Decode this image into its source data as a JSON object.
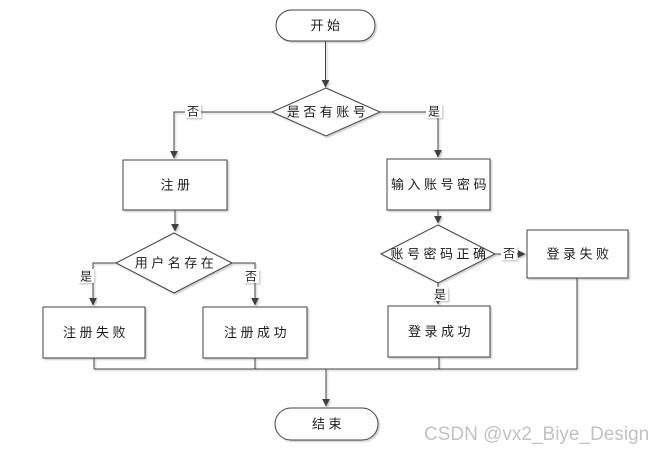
{
  "colors": {
    "background": "#ffffff",
    "shape_fill": "#ffffff",
    "line": "#3f3f3f",
    "text": "#1c1c1c",
    "shadow": "#c8c8c8",
    "watermark": "#c2c2c2"
  },
  "nodes": {
    "start": {
      "label": "开始"
    },
    "has_account": {
      "label": "是否有账号"
    },
    "register": {
      "label": "注册"
    },
    "enter_credentials": {
      "label": "输入账号密码"
    },
    "username_exists": {
      "label": "用户名存在"
    },
    "register_fail": {
      "label": "注册失败"
    },
    "register_success": {
      "label": "注册成功"
    },
    "credentials_correct": {
      "label": "账号密码正确"
    },
    "login_fail": {
      "label": "登录失败"
    },
    "login_success": {
      "label": "登录成功"
    },
    "end": {
      "label": "结束"
    }
  },
  "edge_labels": {
    "has_account_no": "否",
    "has_account_yes": "是",
    "username_exists_yes": "是",
    "username_exists_no": "否",
    "credentials_correct_no": "否",
    "credentials_correct_yes": "是"
  },
  "watermark": {
    "text": "CSDN @vx2_Biye_Design"
  }
}
